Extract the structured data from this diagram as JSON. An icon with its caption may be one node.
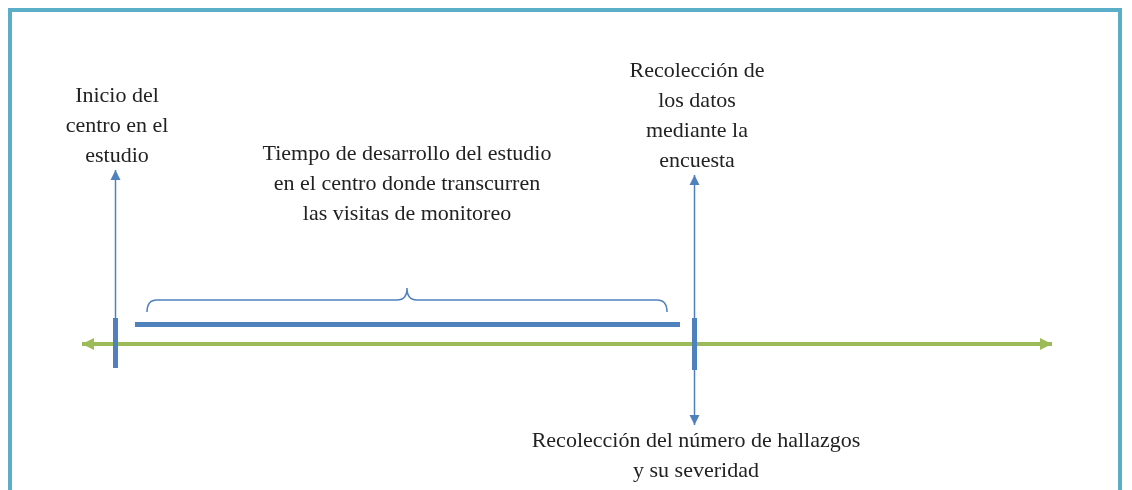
{
  "diagram": {
    "nodes": [
      {
        "text": [
          "Inicio del centro en el estudio"
        ]
      },
      {
        "text": [
          "Recolección de los datos mediante la encuesta"
        ]
      },
      {
        "text": [],
        "shape": "bar"
      },
      {
        "text": [],
        "shape": "bar"
      },
      {
        "text": [
          "Recolección del número de hallazgos y su severidad"
        ]
      }
    ],
    "edges": [
      {
        "from": 2,
        "to": 0,
        "arrow": "to"
      },
      {
        "from": 3,
        "to": 1,
        "arrow": "to"
      },
      {
        "from": 3,
        "to": 4,
        "arrow": "to"
      }
    ],
    "labels": [
      "Tiempo de desarrollo del estudio en el centro donde transcurren las visitas de monitoreo"
    ]
  }
}
